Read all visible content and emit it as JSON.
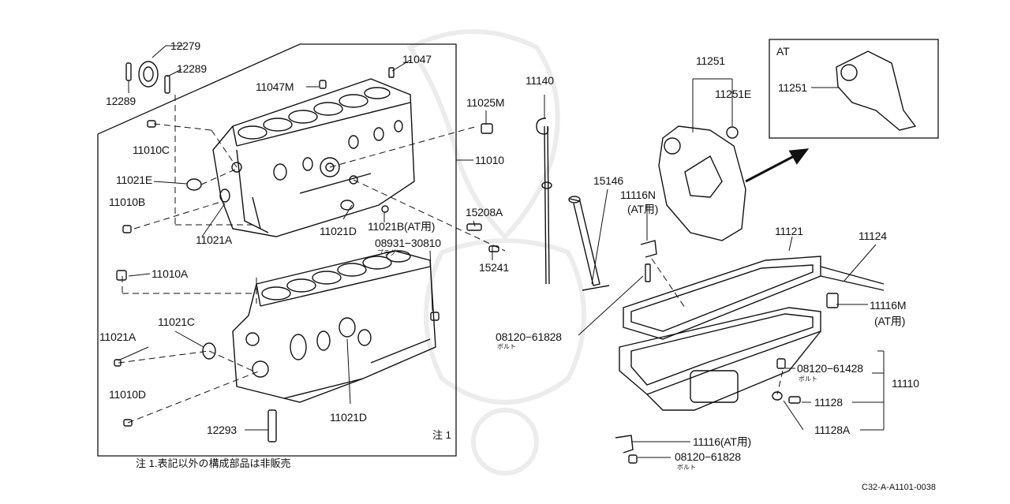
{
  "labels": {
    "p12279": "12279",
    "p12289_right": "12289",
    "p12289_left": "12289",
    "p11047": "11047",
    "p11047M": "11047M",
    "p11010C": "11010C",
    "p11021E": "11021E",
    "p11010B": "11010B",
    "p11021A_top": "11021A",
    "p11021D_top": "11021D",
    "p11021B": "11021B(AT用)",
    "p11025M": "11025M",
    "p11010": "11010",
    "p15208A": "15208A",
    "p08931": "08931−30810",
    "p15241": "15241",
    "p11010A": "11010A",
    "p11021C": "11021C",
    "p11021A_bottom": "11021A",
    "p11010D": "11010D",
    "p11021D_bottom": "11021D",
    "p12293": "12293",
    "p11140": "11140",
    "p15146": "15146",
    "p11116N": "11116N",
    "p11116N_at": "(AT用)",
    "p08120_61828_mid": "08120−61828",
    "p11251": "11251",
    "p11251E": "11251E",
    "p11251_at": "11251",
    "p11121": "11121",
    "p11124": "11124",
    "p11116M": "11116M",
    "p11116M_at": "(AT用)",
    "p08120_61428": "08120−61428",
    "p11110": "11110",
    "p11128": "11128",
    "p11128A": "11128A",
    "p11116": "11116(AT用)",
    "p08120_61828_bottom": "08120−61828"
  },
  "sublabels": {
    "plug": "プラグ",
    "bolt_mid": "ボルト",
    "bolt_right": "ボルト",
    "bolt_bottom": "ボルト"
  },
  "inset_title": "AT",
  "note_marker": "注 1",
  "footnote": "注 1.表記以外の構成部品は非販売",
  "diagram_code": "C32-A-A1101-0038"
}
